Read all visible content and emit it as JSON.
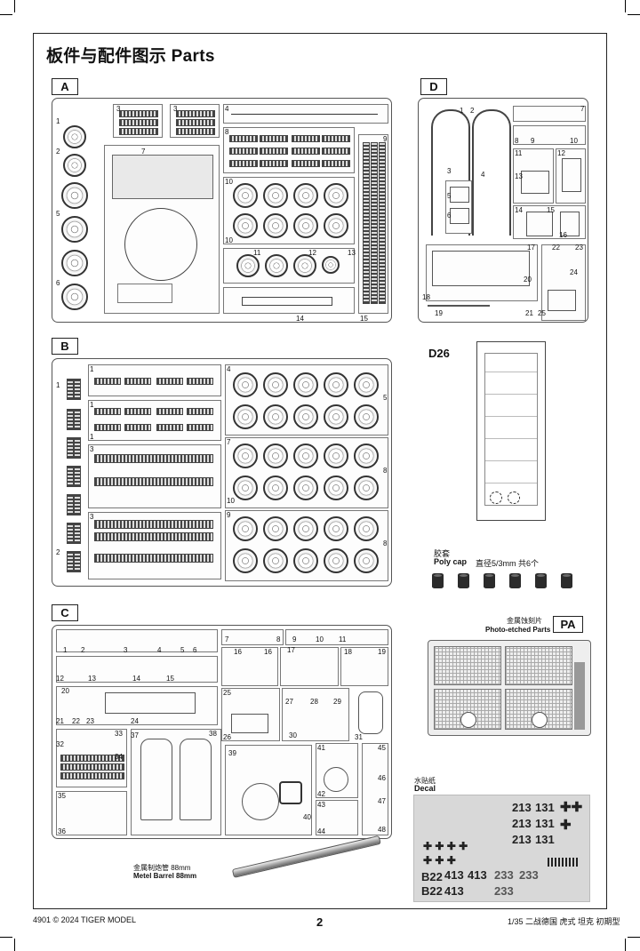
{
  "page": {
    "title": "板件与配件图示 Parts",
    "page_number": "2",
    "footer_left": "4901 © 2024 TIGER MODEL",
    "footer_right": "1/35 二战德国 虎式 坦克 初期型"
  },
  "sprues": {
    "A": {
      "tag": "A",
      "numbers": [
        "1",
        "2",
        "3",
        "3",
        "4",
        "5",
        "6",
        "7",
        "8",
        "9",
        "10",
        "10",
        "11",
        "12",
        "13",
        "14",
        "15"
      ]
    },
    "B": {
      "tag": "B",
      "numbers": [
        "1",
        "1",
        "1",
        "1",
        "2",
        "3",
        "3",
        "4",
        "5",
        "7",
        "8",
        "8",
        "9",
        "10"
      ]
    },
    "C": {
      "tag": "C",
      "numbers": [
        "1",
        "2",
        "3",
        "4",
        "5",
        "6",
        "7",
        "8",
        "9",
        "10",
        "11",
        "12",
        "13",
        "14",
        "15",
        "16",
        "16",
        "17",
        "18",
        "19",
        "20",
        "21",
        "22",
        "23",
        "24",
        "25",
        "26",
        "27",
        "28",
        "29",
        "30",
        "31",
        "32",
        "33",
        "34",
        "35",
        "36",
        "37",
        "38",
        "39",
        "40",
        "41",
        "42",
        "43",
        "44",
        "45",
        "46",
        "47",
        "48"
      ]
    },
    "D": {
      "tag": "D",
      "numbers": [
        "1",
        "2",
        "3",
        "4",
        "5",
        "6",
        "7",
        "8",
        "9",
        "10",
        "11",
        "12",
        "13",
        "14",
        "15",
        "16",
        "17",
        "18",
        "19",
        "20",
        "21",
        "22",
        "23",
        "24",
        "25"
      ]
    }
  },
  "d26": {
    "label": "D26"
  },
  "polycap": {
    "cn": "胶套",
    "en": "Poly cap",
    "spec": "直径5/3mm  共6个"
  },
  "photoetch": {
    "cn": "金属蚀刻片",
    "en": "Photo-etched Parts",
    "tag": "PA"
  },
  "decal": {
    "cn": "水贴纸",
    "en": "Decal",
    "markings": [
      "213",
      "131",
      "213",
      "131",
      "213",
      "131",
      "B22",
      "413",
      "413",
      "233",
      "233",
      "B22",
      "413",
      "233"
    ]
  },
  "barrel": {
    "cn": "金属制炮管 88mm",
    "en": "Metel Barrel  88mm"
  }
}
